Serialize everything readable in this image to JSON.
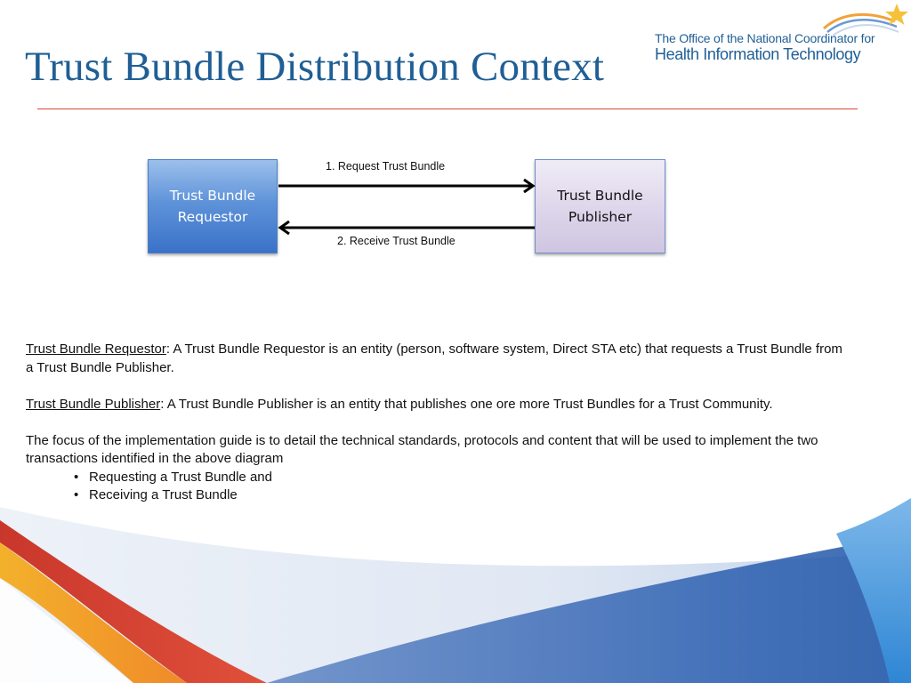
{
  "slide": {
    "title": "Trust Bundle Distribution Context"
  },
  "logo": {
    "line1": "The Office of the National Coordinator for",
    "line2": "Health Information Technology"
  },
  "diagram": {
    "requestor_box": "Trust Bundle Requestor",
    "publisher_box": "Trust Bundle Publisher",
    "arrow_request_label": "1. Request Trust Bundle",
    "arrow_receive_label": "2. Receive Trust Bundle"
  },
  "body": {
    "def1_term": "Trust Bundle Requestor",
    "def1_text": ": A Trust Bundle Requestor is an entity (person, software system, Direct STA etc) that requests a Trust Bundle from a Trust Bundle Publisher.",
    "def2_term": "Trust Bundle Publisher",
    "def2_text": ": A Trust Bundle Publisher is an entity that publishes one ore more Trust Bundles for a Trust Community.",
    "focus_text": "The focus of the implementation guide is to detail the technical standards, protocols and content that will be used to implement the two transactions identified in the above diagram",
    "bullet_char": "•",
    "bullets": [
      "Requesting a Trust Bundle and",
      "Receiving a Trust Bundle"
    ]
  },
  "colors": {
    "title_blue": "#1f5f95",
    "rule_red": "#d9453a",
    "requestor_blue": "#4f86d3",
    "publisher_lavender": "#ddd5ea"
  }
}
